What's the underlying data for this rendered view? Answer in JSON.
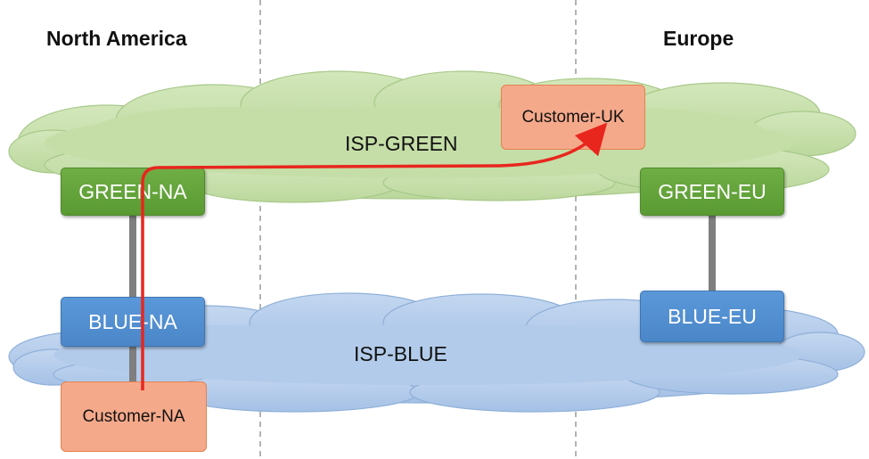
{
  "regions": {
    "left": "North America",
    "right": "Europe"
  },
  "clouds": {
    "green": "ISP-GREEN",
    "blue": "ISP-BLUE"
  },
  "routers": {
    "green_na": "GREEN-NA",
    "green_eu": "GREEN-EU",
    "blue_na": "BLUE-NA",
    "blue_eu": "BLUE-EU"
  },
  "customers": {
    "uk": "Customer-UK",
    "na": "Customer-NA"
  },
  "colors": {
    "green_cloud": "#c5dea7",
    "blue_cloud": "#b2cbea",
    "green_router": "#5f9f36",
    "blue_router": "#4d8ad0",
    "customer": "#f5a98b",
    "path": "#e8261e",
    "link": "#7f7f7f"
  }
}
